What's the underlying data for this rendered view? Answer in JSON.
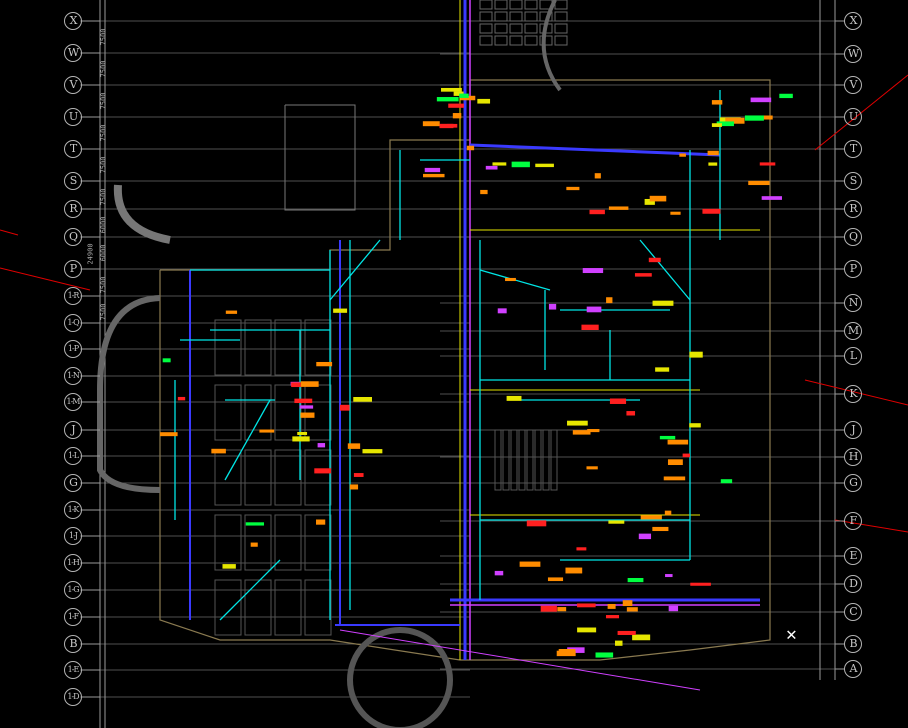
{
  "drawing": {
    "left_axis_labels": [
      "X",
      "W",
      "V",
      "U",
      "T",
      "S",
      "R",
      "Q",
      "P",
      "1-R",
      "1-Q",
      "1-P",
      "1-N",
      "1-M",
      "J",
      "1-L",
      "G",
      "1-K",
      "1-J",
      "1-H",
      "1-G",
      "1-F",
      "B",
      "1-E",
      "1-D"
    ],
    "right_axis_labels": [
      "X",
      "W",
      "V",
      "U",
      "T",
      "S",
      "R",
      "Q",
      "P",
      "N",
      "M",
      "L",
      "K",
      "J",
      "H",
      "G",
      "F",
      "E",
      "D",
      "C",
      "B",
      "A"
    ],
    "left_dimensions": [
      "7500",
      "7500",
      "7500",
      "7500",
      "7500",
      "7500",
      "6000",
      "6000",
      "7500",
      "7500"
    ],
    "overall_dimension": "24900",
    "colors": {
      "background": "#000000",
      "grid": "#9a9a9a",
      "pipe": "#00e5e5",
      "duct": "#3a3aff",
      "tag": "#ff8c00",
      "magenta": "#d040ff",
      "section_line": "#e00000",
      "yellow": "#e6e600"
    }
  }
}
